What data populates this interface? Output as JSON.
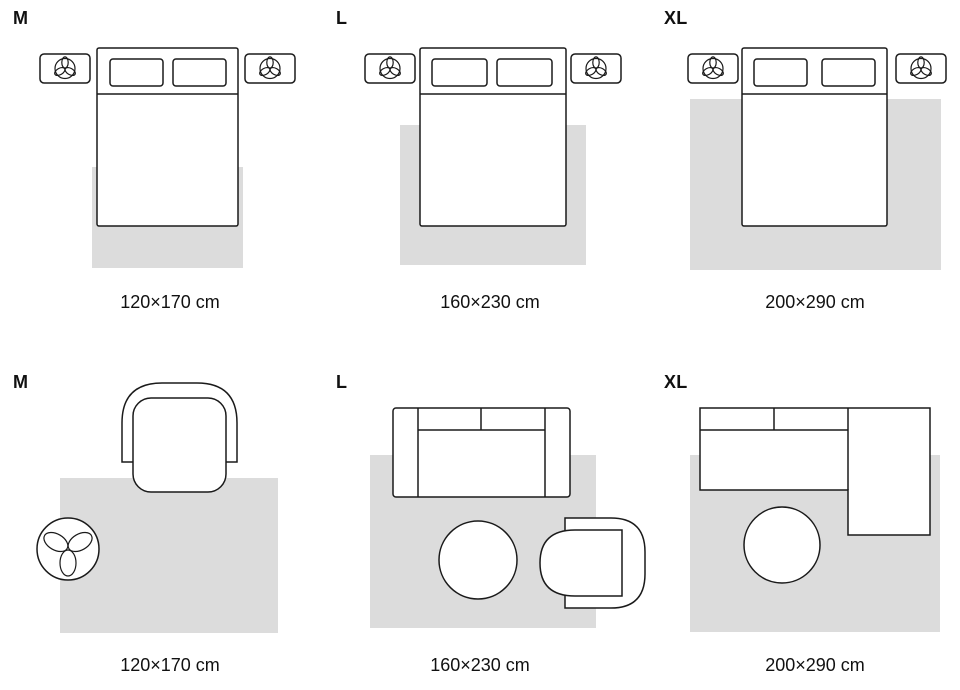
{
  "colors": {
    "background": "#ffffff",
    "rug": "#dcdcdc",
    "outline": "#1a1a1a",
    "text": "#111111"
  },
  "rows": [
    {
      "room": "bedroom",
      "panels": [
        {
          "size_label": "M",
          "dimensions": "120×170 cm"
        },
        {
          "size_label": "L",
          "dimensions": "160×230 cm"
        },
        {
          "size_label": "XL",
          "dimensions": "200×290 cm"
        }
      ]
    },
    {
      "room": "living-room",
      "panels": [
        {
          "size_label": "M",
          "dimensions": "120×170 cm"
        },
        {
          "size_label": "L",
          "dimensions": "160×230 cm"
        },
        {
          "size_label": "XL",
          "dimensions": "200×290 cm"
        }
      ]
    }
  ]
}
